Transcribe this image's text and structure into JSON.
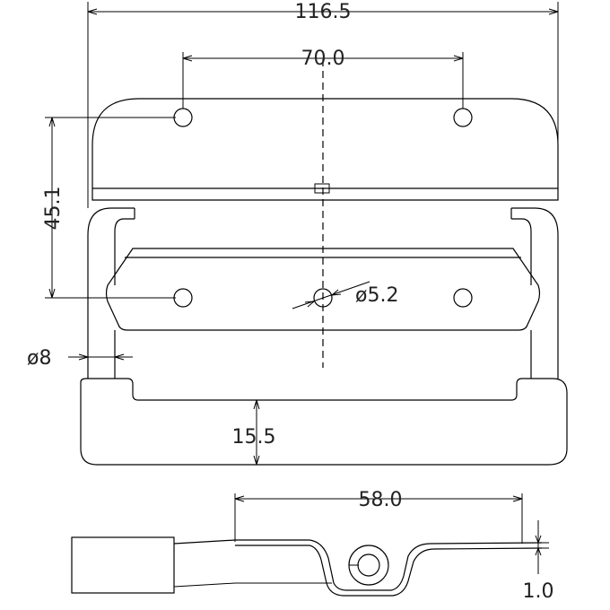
{
  "dimensions": {
    "overall_width": "116.5",
    "hole_spacing": "70.0",
    "height": "45.1",
    "hole_diameter": "ø5.2",
    "rod_diameter": "ø8",
    "grip_depth": "15.5",
    "side_length": "58.0",
    "thickness": "1.0"
  }
}
